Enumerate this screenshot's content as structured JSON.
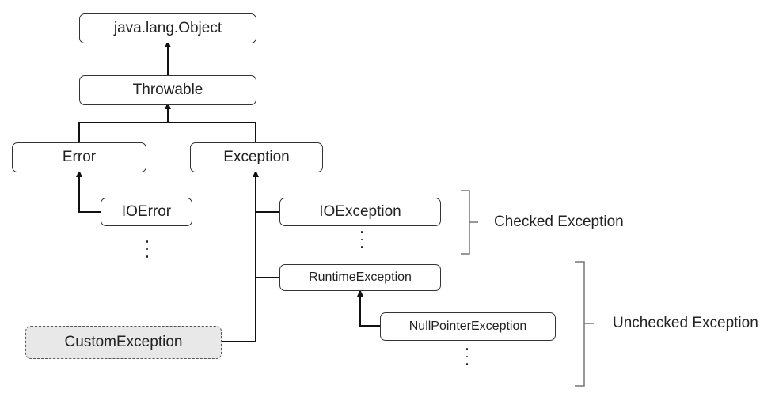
{
  "nodes": {
    "object": "java.lang.Object",
    "throwable": "Throwable",
    "error": "Error",
    "exception": "Exception",
    "ioerror": "IOError",
    "ioexception": "IOException",
    "runtime_exception": "RuntimeException",
    "null_pointer_exception": "NullPointerException",
    "custom_exception": "CustomException"
  },
  "groups": {
    "checked": "Checked Exception",
    "unchecked": "Unchecked Exception"
  }
}
